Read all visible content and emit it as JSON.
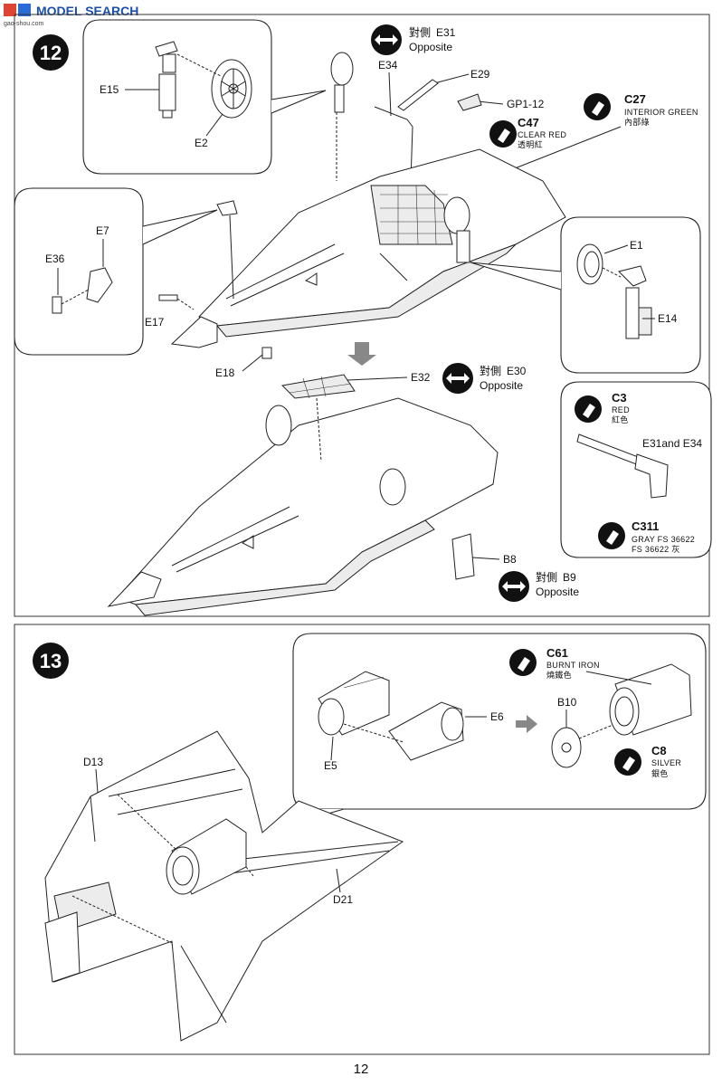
{
  "watermark": {
    "brand": "MODEL SEARCH",
    "site": "gao-shou.com"
  },
  "step12": {
    "number": "12",
    "parts": {
      "E15": "E15",
      "E2": "E2",
      "E34": "E34",
      "E29": "E29",
      "GP1": "GP1-12",
      "E7": "E7",
      "E36": "E36",
      "E17": "E17",
      "E18": "E18",
      "E1": "E1",
      "E14": "E14",
      "E32": "E32",
      "B8": "B8"
    },
    "opposite1": {
      "cn": "對側",
      "part": "E31",
      "en": "Opposite"
    },
    "opposite2": {
      "cn": "對側",
      "part": "E30",
      "en": "Opposite"
    },
    "opposite3": {
      "cn": "對側",
      "part": "B9",
      "en": "Opposite"
    },
    "paints": [
      {
        "code": "C47",
        "name": "CLEAR RED",
        "cn": "透明紅"
      },
      {
        "code": "C27",
        "name": "INTERIOR GREEN",
        "cn": "內部綠"
      },
      {
        "code": "C3",
        "name": "RED",
        "cn": "紅色"
      },
      {
        "code": "C311",
        "name": "GRAY FS 36622",
        "cn": "FS 36622 灰"
      }
    ],
    "detail_label": "E31and E34"
  },
  "step13": {
    "number": "13",
    "parts": {
      "D13": "D13",
      "D21": "D21",
      "E5": "E5",
      "E6": "E6",
      "B10": "B10"
    },
    "paints": [
      {
        "code": "C61",
        "name": "BURNT IRON",
        "cn": "燒鐵色"
      },
      {
        "code": "C8",
        "name": "SILVER",
        "cn": "銀色"
      }
    ]
  },
  "page_number": "12"
}
